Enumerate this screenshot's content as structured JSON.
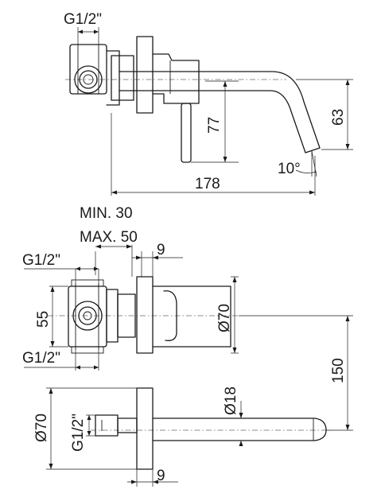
{
  "labels": {
    "top_thread": "G1/2\"",
    "spout_length": "178",
    "lever_height": "77",
    "spout_drop": "63",
    "spout_angle": "10°",
    "wall_min": "MIN. 30",
    "wall_max": "MAX. 50",
    "upper_plate_thickness": "9",
    "left_thread_top": "G1/2\"",
    "body_height": "55",
    "left_thread_bottom": "G1/2\"",
    "plate_diameter_upper": "Ø70",
    "center_distance": "150",
    "pipe_diameter": "Ø18",
    "plate_diameter_lower": "Ø70",
    "pipe_thread": "G1/2\"",
    "lower_plate_thickness": "9"
  }
}
